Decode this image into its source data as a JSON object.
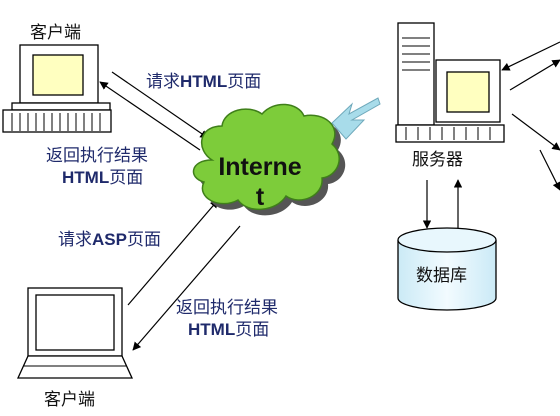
{
  "internet": {
    "label": "Interne",
    "label_wrap": "t"
  },
  "client_top": {
    "label": "客户端"
  },
  "client_bottom": {
    "label": "客户端"
  },
  "server": {
    "label": "服务器"
  },
  "database": {
    "label": "数据库"
  },
  "messages": {
    "request_html": {
      "cjk": "请求",
      "en": "HTML",
      "suffix": "页面"
    },
    "return_html_top": {
      "line1": "返回执行结果",
      "en": "HTML",
      "suffix": "页面"
    },
    "request_asp": {
      "cjk": "请求",
      "en": "ASP",
      "suffix": "页面"
    },
    "return_html_bottom": {
      "line1": "返回执行结果",
      "en": "HTML",
      "suffix": "页面"
    }
  },
  "colors": {
    "cloud": "#7dcc3a",
    "cloud_edge": "#3f7f1a",
    "sync_arrow": "#a8dcea",
    "db": "#dff3fb",
    "screen": "#ffffc0",
    "label_text": "#1f2a6b"
  }
}
